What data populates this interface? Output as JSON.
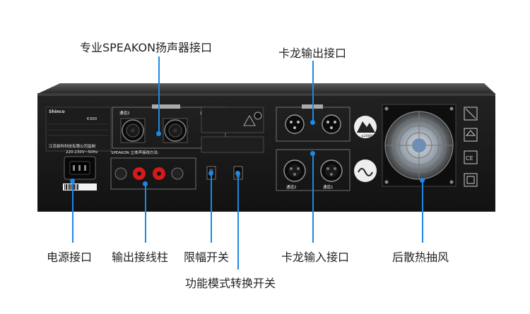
{
  "labels": {
    "speakon": "专业SPEAKON扬声器接口",
    "xlr_out": "卡龙输出接口",
    "power": "电源接口",
    "binding_posts": "输出接线柱",
    "limiter": "限幅开关",
    "xlr_in": "卡龙输入接口",
    "fan": "后散热抽风",
    "mode_switch": "功能模式转换开关"
  },
  "panel": {
    "brand": "Shinco",
    "model": "K300",
    "channel1": "通道1",
    "channel2": "通道2",
    "speakon_text": "SPEAKON 立体声接线方法:",
    "voltage": "220-230V~50Hz",
    "fan_label": "≤2000m",
    "company": "江苏新科科技有限公司监制"
  },
  "accent_color": "#1e88e5"
}
